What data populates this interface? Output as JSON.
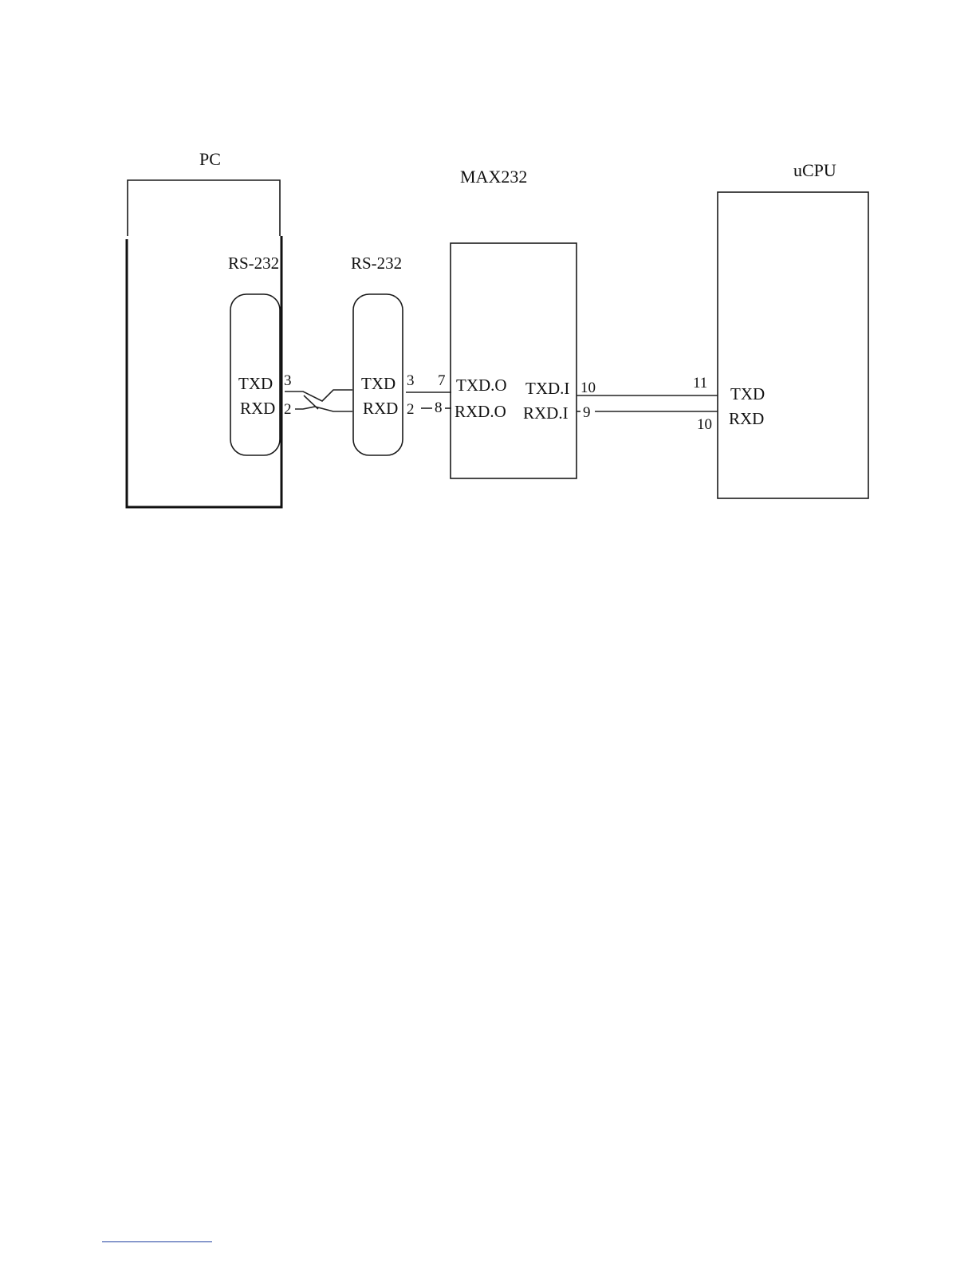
{
  "pc": {
    "title": "PC",
    "connector_label": "RS-232",
    "txd": "TXD",
    "rxd": "RXD",
    "pin_txd": "3",
    "pin_rxd": "2"
  },
  "cable_connector": {
    "label": "RS-232",
    "txd": "TXD",
    "rxd": "RXD",
    "pin_txd": "3",
    "pin_rxd": "2"
  },
  "max232": {
    "title": "MAX232",
    "txd_out": "TXD.O",
    "rxd_out": "RXD.O",
    "txd_in": "TXD.I",
    "rxd_in": "RXD.I",
    "pin_txd_out": "7",
    "pin_rxd_out": "8",
    "pin_txd_in": "10",
    "pin_rxd_in": "9"
  },
  "ucpu": {
    "title": "uCPU",
    "txd": "TXD",
    "rxd": "RXD",
    "pin_txd": "11",
    "pin_rxd": "10"
  },
  "colors": {
    "line": "#1a1a1a",
    "footnote_rule": "#1f3fa0"
  }
}
